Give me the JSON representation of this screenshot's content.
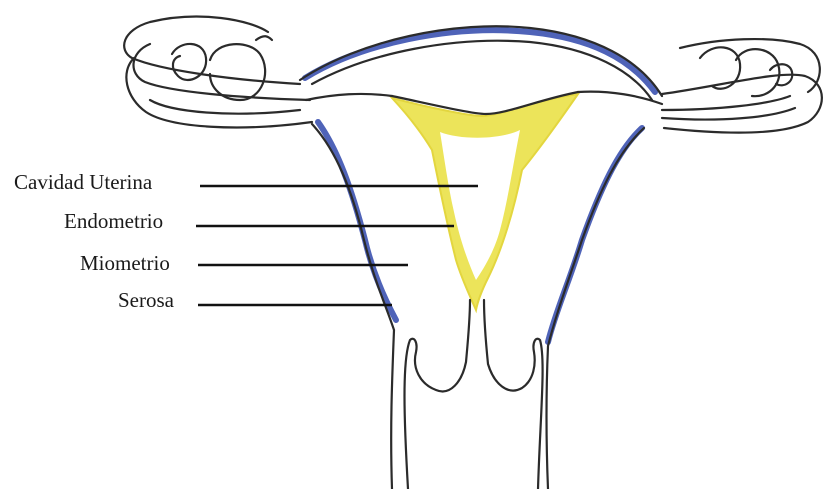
{
  "labels": {
    "cavidad_uterina": "Cavidad Uterina",
    "endometrio": "Endometrio",
    "miometrio": "Miometrio",
    "serosa": "Serosa"
  },
  "colors": {
    "background": "#ffffff",
    "outline": "#2b2b2b",
    "serosa": "#4f63b8",
    "endometrio": "#ece45a",
    "cavidad": "#ffffff",
    "leader_line": "#111111"
  },
  "icons": {
    "uterus": "uterus-illustration"
  }
}
